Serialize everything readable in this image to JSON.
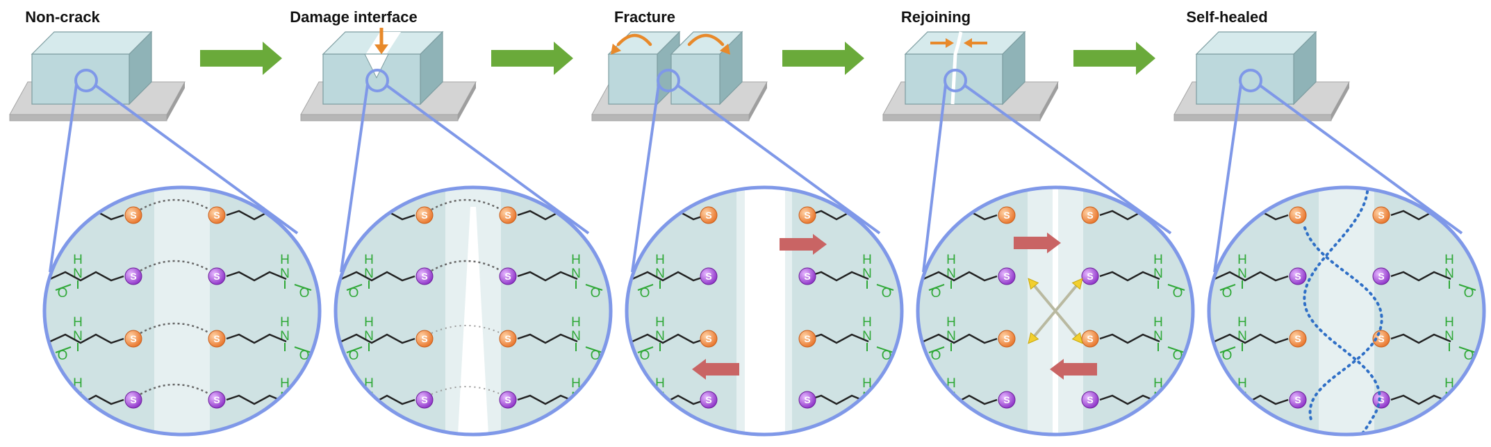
{
  "stages": [
    {
      "id": "non-crack",
      "label": "Non-crack"
    },
    {
      "id": "damage-interface",
      "label": "Damage interface"
    },
    {
      "id": "fracture",
      "label": "Fracture"
    },
    {
      "id": "rejoining",
      "label": "Rejoining"
    },
    {
      "id": "self-healed",
      "label": "Self-healed"
    }
  ],
  "atom_symbol": "S",
  "chem_labels": {
    "nitrogen": "N",
    "hydrogen": "H",
    "oxygen": "O"
  },
  "colors": {
    "block_front": "#bcd8dc",
    "block_top": "#d6eaec",
    "block_side": "#8fb3b7",
    "platform": "#d4d4d4",
    "zoom_ring": "#7f98e8",
    "zoom_fill": "#cfe2e3",
    "flow_arrow": "#6aaa3a",
    "force_arrow": "#e8892a",
    "chemistry": "#2fa837",
    "sulfur_orange": "#f08a3c",
    "sulfur_purple": "#a04fd0",
    "red_arrow": "#c96464",
    "bond_dotted_grey": "#666666",
    "bond_dotted_blue": "#2f6fc6"
  }
}
